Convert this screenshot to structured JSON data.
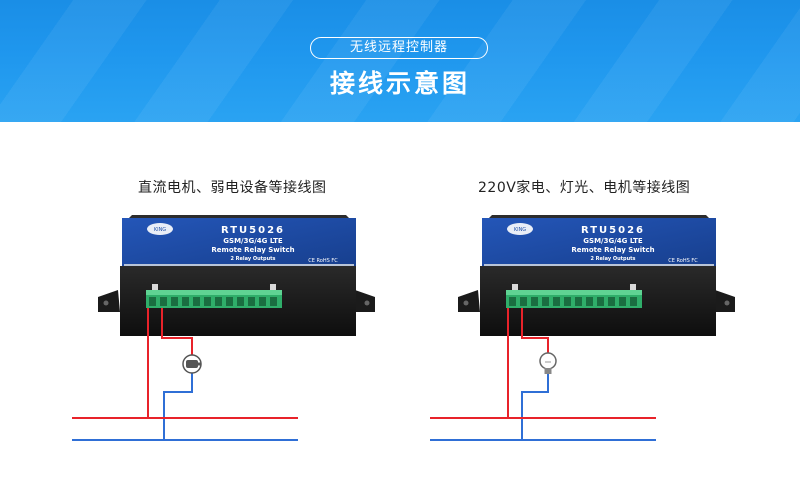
{
  "header": {
    "badge": "无线远程控制器",
    "title": "接线示意图"
  },
  "panels": [
    {
      "caption": "直流电机、弱电设备等接线图",
      "load": "motor-icon",
      "device": {
        "model": "RTU5026",
        "line1": "GSM/3G/4G LTE",
        "line2": "Remote Relay Switch",
        "line3": "2 Relay Outputs",
        "cert": "CE RoHS FC"
      }
    },
    {
      "caption": "220V家电、灯光、电机等接线图",
      "load": "light-bulb-icon",
      "device": {
        "model": "RTU5026",
        "line1": "GSM/3G/4G LTE",
        "line2": "Remote Relay Switch",
        "line3": "2 Relay Outputs",
        "cert": "CE RoHS FC"
      }
    }
  ],
  "colors": {
    "banner": "#1f97ee",
    "live_wire": "#e8232a",
    "neutral_wire": "#2f6fd6",
    "terminal": "#3cb878",
    "device_label": "#1f4fa8"
  }
}
